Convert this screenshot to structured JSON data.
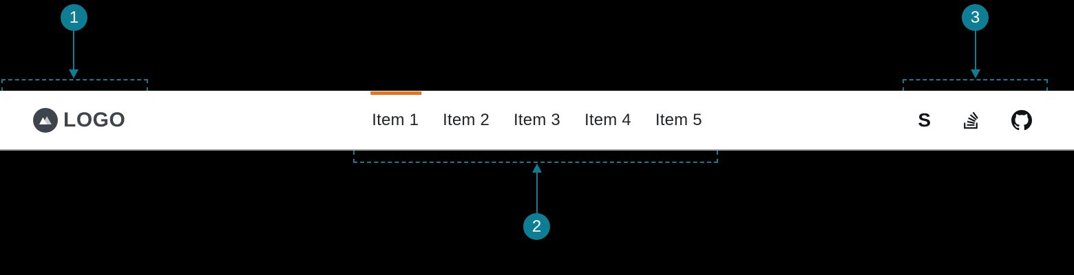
{
  "colors": {
    "background": "#000000",
    "navbar_bg": "#ffffff",
    "navbar_border": "#a9a9a9",
    "accent_orange": "#e5731f",
    "annotation_teal": "#0d7e93",
    "logo_color": "#3e444c",
    "nav_text": "#212528",
    "icon_color": "#101419"
  },
  "navbar": {
    "logo": {
      "text": "LOGO",
      "icon": "mountain-logo-icon"
    },
    "items": [
      {
        "label": "Item 1",
        "active": true
      },
      {
        "label": "Item 2",
        "active": false
      },
      {
        "label": "Item 3",
        "active": false
      },
      {
        "label": "Item 4",
        "active": false
      },
      {
        "label": "Item 5",
        "active": false
      }
    ],
    "social_icons": [
      {
        "name": "stack-exchange-icon",
        "glyph": "S"
      },
      {
        "name": "stack-overflow-icon"
      },
      {
        "name": "github-icon"
      }
    ]
  },
  "annotations": [
    {
      "number": "1",
      "target": "logo-region"
    },
    {
      "number": "2",
      "target": "nav-items-region"
    },
    {
      "number": "3",
      "target": "social-icons-region"
    }
  ]
}
